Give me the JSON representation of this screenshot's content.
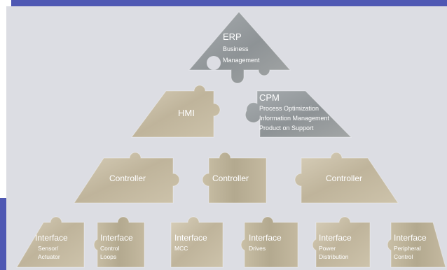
{
  "colors": {
    "frame": "#4f58b3",
    "panel": "#dcdde3",
    "stone_light": "#cfc6b0",
    "stone_mid": "#b9ae94",
    "stone_grey": "#9aa0a4",
    "stone_dark": "#868b8e",
    "text": "#ffffff"
  },
  "erp": {
    "title": "ERP",
    "line1": "Business",
    "line2": "Management"
  },
  "hmi": {
    "title": "HMI"
  },
  "cpm": {
    "title": "CPM",
    "line1": "Process Optimization",
    "line2": "Information Management",
    "line3": "Product on Support"
  },
  "controllers": [
    "Controller",
    "Controller",
    "Controller"
  ],
  "interfaces": [
    {
      "title": "Interface",
      "line1": "Sensor/",
      "line2": "Actuator"
    },
    {
      "title": "Interface",
      "line1": "Control",
      "line2": "Loops"
    },
    {
      "title": "Interface",
      "line1": "MCC",
      "line2": ""
    },
    {
      "title": "Interface",
      "line1": "Drives",
      "line2": ""
    },
    {
      "title": "Interface",
      "line1": "Power",
      "line2": "Distribution"
    },
    {
      "title": "Interface",
      "line1": "Peripheral",
      "line2": "Control"
    }
  ]
}
